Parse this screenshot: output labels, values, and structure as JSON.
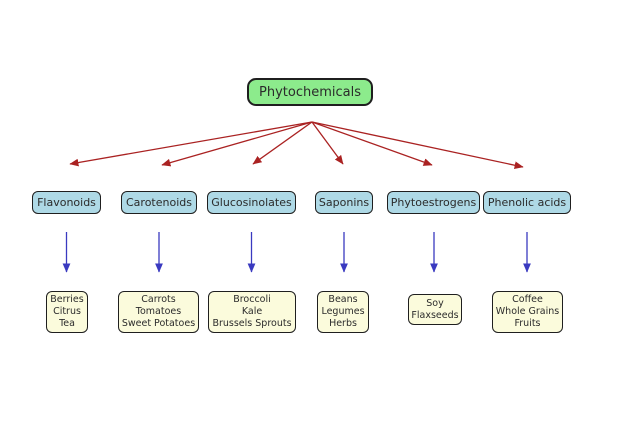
{
  "root": {
    "label": "Phytochemicals"
  },
  "categories": [
    {
      "label": "Flavonoids",
      "foods": [
        "Berries",
        "Citrus",
        "Tea"
      ]
    },
    {
      "label": "Carotenoids",
      "foods": [
        "Carrots",
        "Tomatoes",
        "Sweet Potatoes"
      ]
    },
    {
      "label": "Glucosinolates",
      "foods": [
        "Broccoli",
        "Kale",
        "Brussels Sprouts"
      ]
    },
    {
      "label": "Saponins",
      "foods": [
        "Beans",
        "Legumes",
        "Herbs"
      ]
    },
    {
      "label": "Phytoestrogens",
      "foods": [
        "Soy",
        "Flaxseeds"
      ]
    },
    {
      "label": "Phenolic acids",
      "foods": [
        "Coffee",
        "Whole Grains",
        "Fruits"
      ]
    }
  ],
  "colors": {
    "root_fill": "#8ceb8c",
    "category_fill": "#aed9e6",
    "food_fill": "#fbfbdc",
    "node_border": "#1f1f1f",
    "primary_arrow": "#aa2222",
    "secondary_arrow": "#3a3ac0"
  }
}
